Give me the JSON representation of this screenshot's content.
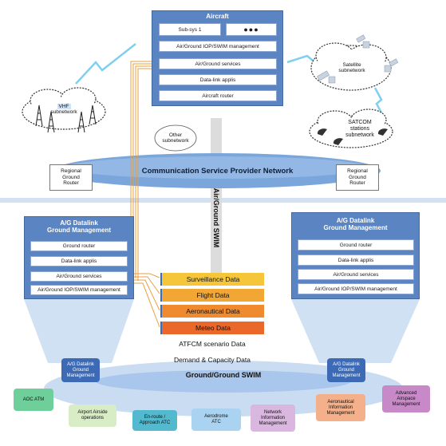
{
  "colors": {
    "panel": "#5a84c2",
    "ellipse": "#7aa6dc",
    "gg_ellipse": "#c9dcf2",
    "surveillance": "#f6c63a",
    "flight": "#f2a734",
    "aeronautical": "#ef8a2e",
    "meteo": "#e9682a"
  },
  "aircraft": {
    "title": "Aircraft",
    "subsys": "Sub-sys 1",
    "dots": "●●●",
    "rows": [
      "Air/Ground IOP/SWIM management",
      "Air/Ground services",
      "Data-link applis",
      "Aircraft router"
    ]
  },
  "clouds": {
    "vhf_label_1": "VHF",
    "vhf_label_2": "subnetwork",
    "satellite_1": "Satellite",
    "satellite_2": "subnetwork",
    "satcom_1": "SATCOM",
    "satcom_2": "stations",
    "satcom_3": "subnetwork"
  },
  "other_subnetwork": [
    "Other",
    "subnetwork"
  ],
  "csp_network": "Communication Service Provider Network",
  "regional_left": [
    "Regional",
    "Ground",
    "Router"
  ],
  "regional_right": [
    "Regional",
    "Ground",
    "Router"
  ],
  "ag_swim": "Air/Ground SWIM",
  "left_panel": {
    "title_1": "A/G Datalink",
    "title_2": "Ground Management",
    "rows": [
      "Ground router",
      "Data-link applis",
      "Air/Ground services",
      "Air/Ground IOP/SWIM management"
    ]
  },
  "right_panel": {
    "title_1": "A/G Datalink",
    "title_2": "Ground Management",
    "rows": [
      "Ground router",
      "Data-link applis",
      "Air/Ground services",
      "Air/Ground IOP/SWIM management"
    ]
  },
  "data_stack": [
    "Surveillance Data",
    "Flight Data",
    "Aeronautical Data",
    "Meteo Data",
    "ATFCM scenario Data",
    "Demand & Capacity Data"
  ],
  "gg_swim": "Ground/Ground SWIM",
  "ground_nodes": {
    "agdl_left": [
      "A/G Datalink",
      "Ground",
      "Management"
    ],
    "agdl_right": [
      "A/G Datalink",
      "Ground",
      "Management"
    ],
    "aoc": "AOC ATM",
    "airport": [
      "Airport Airside",
      "operations"
    ],
    "enroute": [
      "En-route /",
      "Approach ATC"
    ],
    "aerodrome": [
      "Aerodrome",
      "ATC"
    ],
    "network": [
      "Network",
      "Information",
      "Management"
    ],
    "ais": [
      "Aeronautical",
      "Information",
      "Management"
    ],
    "advanced": [
      "Advanced",
      "Airspace",
      "Management"
    ]
  }
}
